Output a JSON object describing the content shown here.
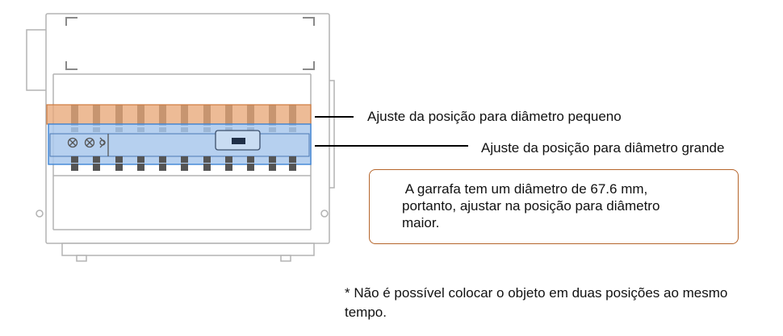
{
  "labels": {
    "small_diameter": "Ajuste da posição para diâmetro pequeno",
    "large_diameter": "Ajuste da posição para diâmetro grande"
  },
  "callout": {
    "line1": " A garrafa tem um diâmetro de 67.6 mm,",
    "line2": "portanto, ajustar na posição para diâmetro",
    "line3": "maior."
  },
  "note": "* Não é possível colocar o objeto em duas posições ao mesmo tempo.",
  "colors": {
    "small_highlight": "#e8a879",
    "large_highlight": "#a9c8ec",
    "callout_border": "#b5652b",
    "outline": "#b3b3b3"
  },
  "icons": [
    "adjust-knob-icon",
    "adjust-knob-icon",
    "lock-icon"
  ]
}
